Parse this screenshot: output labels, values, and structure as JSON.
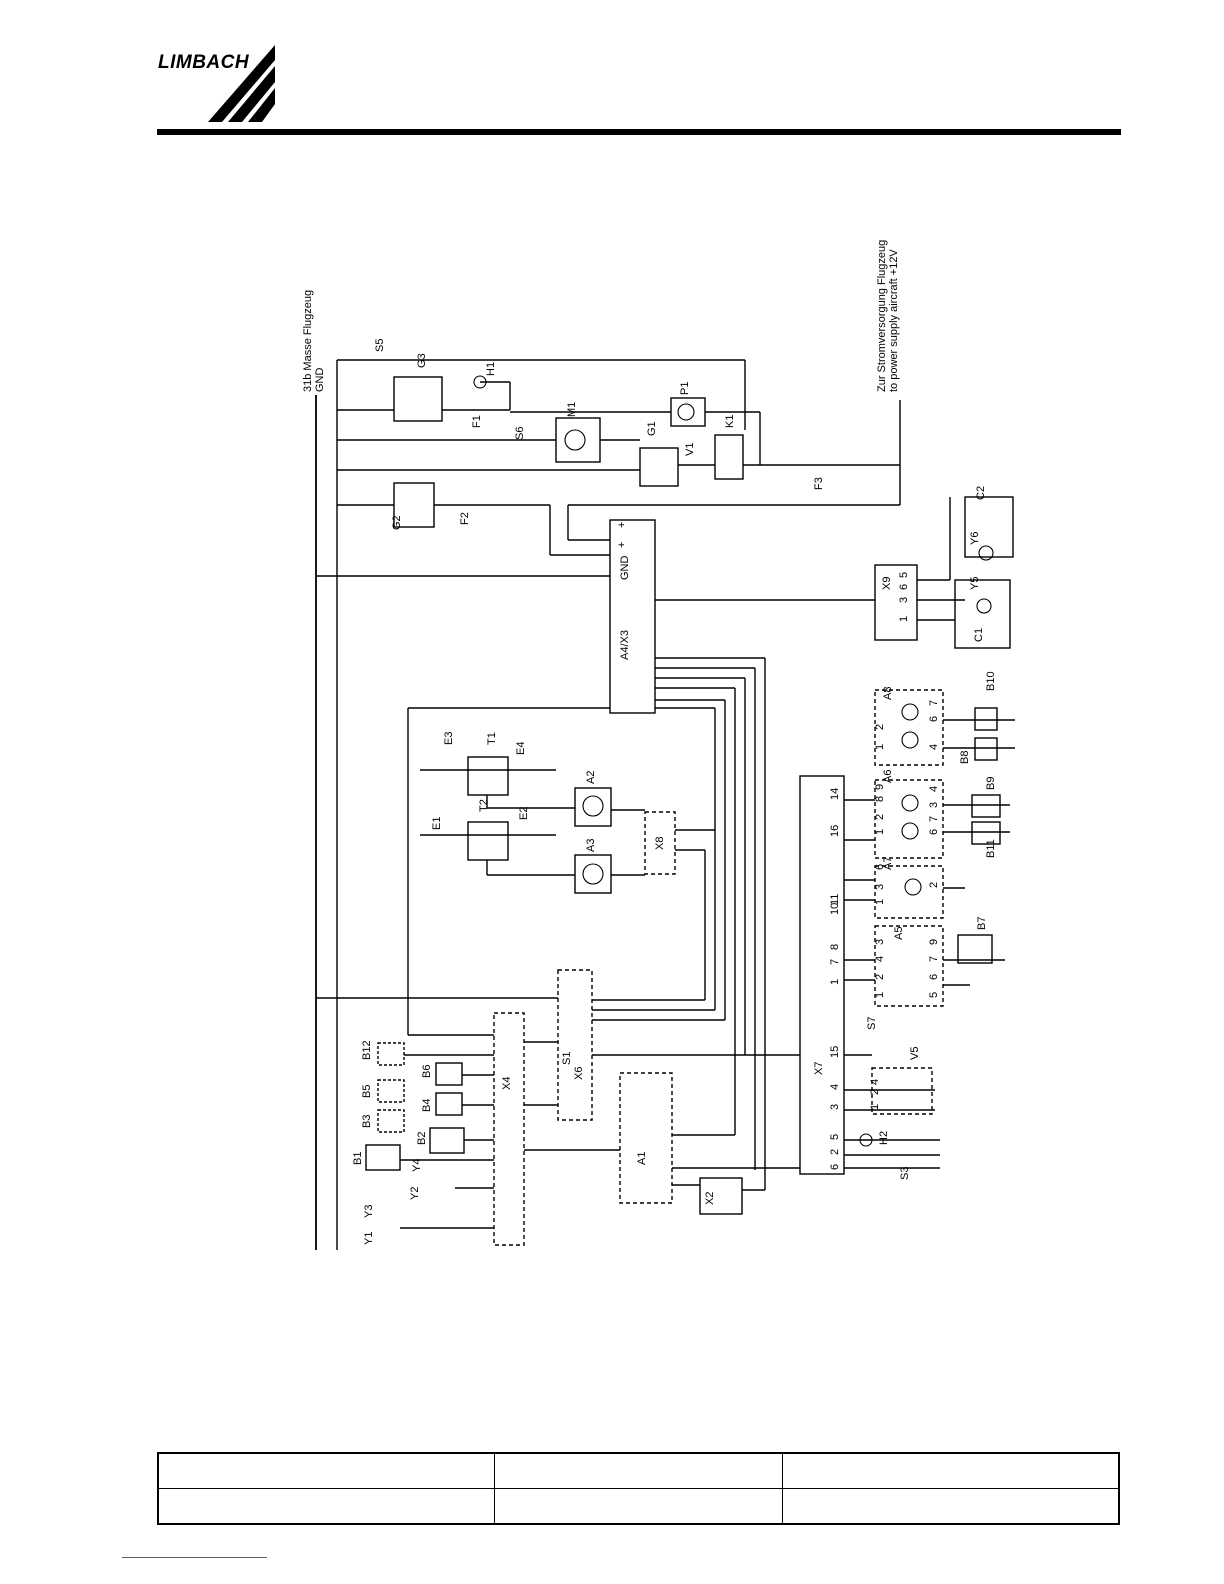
{
  "header": {
    "logo_text": "LIMBACH",
    "logo_icon": "limbach-stripes-logo"
  },
  "diagram": {
    "gnd_label_line1": "31b Masse Flugzeug",
    "gnd_label_line2": "GND",
    "power_label_line1": "Zur Stromversorgung Flugzeug",
    "power_label_line2": "to power supply aircraft  +12V",
    "components": [
      "S5",
      "G3",
      "H1",
      "F1",
      "S6",
      "M1",
      "G1",
      "V1",
      "P1",
      "K1",
      "F3",
      "G2",
      "F2",
      "A4/X3",
      "GND",
      "+",
      "+",
      "X9",
      "C1",
      "C2",
      "Y5",
      "Y6",
      "A8",
      "B10",
      "B8",
      "A6",
      "B9",
      "B11",
      "A7",
      "A5",
      "B7",
      "X7",
      "S7",
      "V5",
      "H2",
      "S3",
      "E1",
      "E2",
      "E3",
      "E4",
      "T1",
      "T2",
      "A2",
      "A3",
      "X8",
      "X6",
      "S1",
      "X4",
      "A1",
      "X2",
      "B12",
      "B5",
      "B6",
      "B3",
      "B4",
      "B2",
      "B1",
      "Y1",
      "Y2",
      "Y3",
      "Y4"
    ],
    "pins": {
      "x9": [
        "1",
        "3",
        "6",
        "5"
      ],
      "x7": [
        "6",
        "2",
        "5",
        "3",
        "4",
        "15",
        "1",
        "7",
        "8",
        "10",
        "11",
        "16",
        "14"
      ],
      "a8": [
        "1",
        "2",
        "4",
        "6",
        "7"
      ],
      "a6": [
        "1",
        "2",
        "8",
        "9",
        "6",
        "7",
        "3",
        "4"
      ],
      "a7": [
        "1",
        "3",
        "6",
        "2"
      ],
      "a5": [
        "1",
        "2",
        "4",
        "3",
        "5",
        "6",
        "7",
        "9"
      ],
      "v5": [
        "1",
        "2",
        "4"
      ]
    }
  },
  "footer": {
    "cells": [
      [
        "",
        "",
        ""
      ],
      [
        "",
        "",
        ""
      ]
    ]
  }
}
